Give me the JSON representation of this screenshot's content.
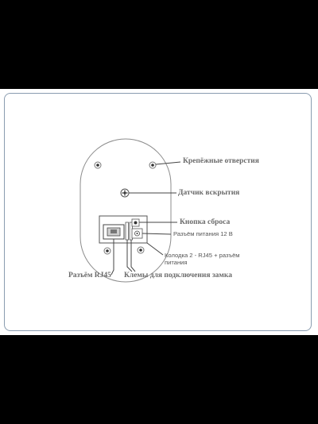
{
  "labels": {
    "mounting_holes": "Крепёжные отверстия",
    "tamper_sensor": "Датчик вскрытия",
    "reset_button": "Кнопка сброса",
    "power_connector": "Разъём питания 12 В",
    "block_line1": "Колодка 2 -  RJ45 + разъём",
    "block_line2": "питания",
    "rj45_connector": "Разъём RJ45",
    "lock_terminals": "Клемы для подключения замка"
  }
}
